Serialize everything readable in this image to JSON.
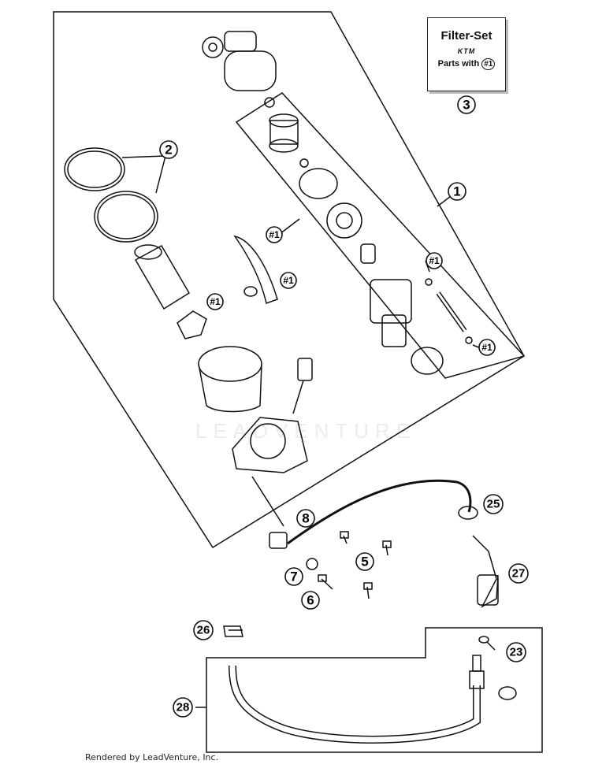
{
  "filter_set": {
    "title": "Filter-Set",
    "brand": "KTM",
    "parts_label": "Parts with",
    "parts_ref": "#1"
  },
  "callouts": [
    "1",
    "2",
    "3",
    "5",
    "6",
    "7",
    "8",
    "23",
    "25",
    "26",
    "27",
    "28"
  ],
  "refs": "#1",
  "watermark": "LEADVENTURE",
  "footer": "Rendered by LeadVenture, Inc."
}
